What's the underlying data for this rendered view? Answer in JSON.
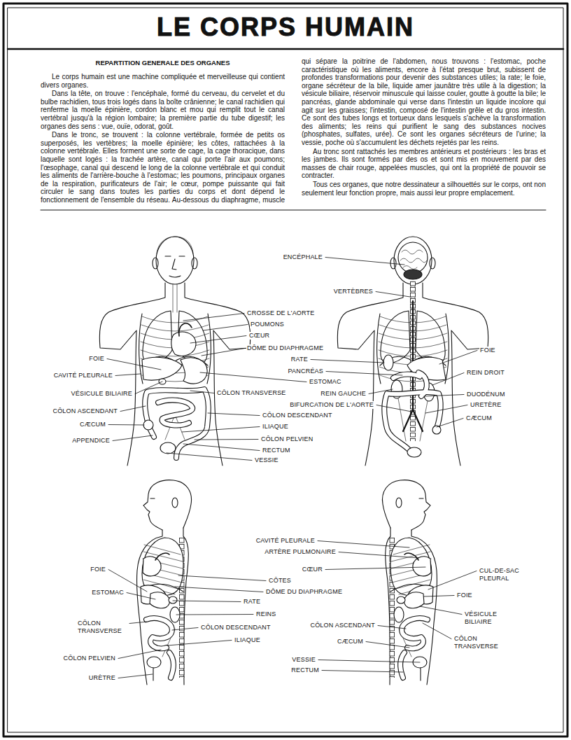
{
  "diagram": {
    "title": "LE CORPS HUMAIN",
    "labels": [
      "REPARTITION GENERALE DES ORGANES",
      "Le corps humain est une machine compliquée et merveilleuse qui contient divers organes.",
      "Dans la tête, on trouve : l'encéphale, formé du cerveau, du cervelet et du bulbe rachidien, tous trois logés dans la boîte crânienne; le canal rachidien qui renferme la moelle épinière, cordon blanc et mou qui remplit tout le canal vertébral jusqu'à la région lombaire; la première partie du tube digestif; les organes des sens : vue, ouïe, odorat, goût.",
      "Dans le tronc, se trouvent : la colonne vertébrale, formée de petits os superposés, les vertèbres; la moelle épinière; les côtes, rattachées à la colonne vertébrale. Elles forment une sorte de cage, la cage thoracique, dans laquelle sont logés : la trachée artère, canal qui porte l'air aux poumons; l'œsophage, canal qui descend le long de la colonne vertébrale et qui conduit les aliments de l'arrière-bouche à l'estomac; les poumons, principaux organes de la respiration, purificateurs de l'air; le cœur, pompe puissante qui fait circuler le sang dans toutes les parties du corps et dont dépend le fonctionnement de l'ensemble du réseau. Au-dessous du diaphragme, muscle qui sépare la poitrine de l'abdomen, nous trouvons : l'estomac, poche caractéristique où les aliments, encore à l'état presque brut, subissent de profondes transformations pour devenir des substances utiles; la rate; le foie, organe sécréteur de la bile, liquide amer jaunâtre très utile à la digestion; la vésicule biliaire, réservoir minuscule qui laisse couler, goutte à goutte la bile; le pancréas, glande abdominale qui verse dans l'intestin un liquide incolore qui agit sur les graisses; l'intestin, composé de l'intestin grêle et du gros intestin. Ce sont des tubes longs et tortueux dans lesquels s'achève la transformation des aliments; les reins qui purifient le sang des substances nocives (phosphates, sulfates, urée). Ce sont les organes sécréteurs de l'urine; la vessie, poche où s'accumulent les déchets rejetés par les reins.",
      "Au tronc sont rattachés les membres antérieurs et postérieurs : les bras et les jambes. Ils sont formés par des os et sont mis en mouvement par des masses de chair rouge, appelées muscles, qui ont la propriété de pouvoir se contracter.",
      "Tous ces organes, que notre dessinateur a silhouettés sur le corps, ont non seulement leur fonction propre, mais aussi leur propre emplacement.",
      "ENCÉPHALE",
      "VERTÈBRES",
      "CROSSE DE L'AORTE",
      "POUMONS",
      "CŒUR",
      "DÔME DU DIAPHRAGME",
      "FOIE",
      "FOIE",
      "RATE",
      "CAVITÉ PLEURALE",
      "PANCRÉAS",
      "REIN DROIT",
      "ESTOMAC",
      "VÉSICULE BILIAIRE",
      "CÔLON TRANSVERSE",
      "REIN GAUCHE",
      "DUODÉNUM",
      "BIFURCATION DE L'AORTE",
      "URETÈRE",
      "CÔLON ASCENDANT",
      "CÔLON DESCENDANT",
      "CÆCUM",
      "CÆCUM",
      "ILIAQUE",
      "APPENDICE",
      "CÔLON PELVIEN",
      "RECTUM",
      "VESSIE",
      "CAVITÉ PLEURALE",
      "ARTÈRE PULMONAIRE",
      "FOIE",
      "CŒUR",
      "CUL-DE-SAC PLEURAL",
      "CÔTES",
      "ESTOMAC",
      "DÔME DU DIAPHRAGME",
      "FOIE",
      "RATE",
      "REINS",
      "VÉSICULE BILIAIRE",
      "CÔLON TRANSVERSE",
      "CÔLON DESCENDANT",
      "CÔLON ASCENDANT",
      "CÔLON TRANSVERSE",
      "ILIAQUE",
      "CÆCUM",
      "CÔLON PELVIEN",
      "VESSIE",
      "RECTUM",
      "URÈTRE"
    ]
  }
}
